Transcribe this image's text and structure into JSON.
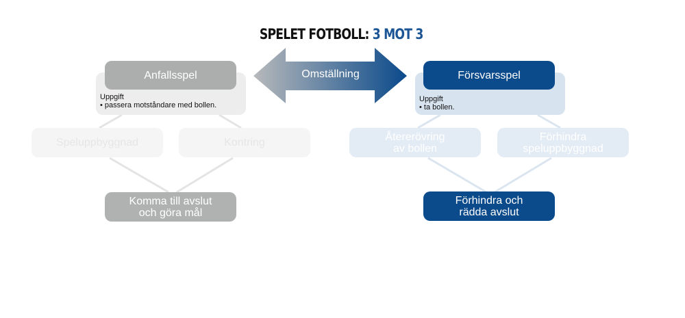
{
  "title": {
    "main": "SPELET FOTBOLL: ",
    "accent": "3 MOT 3"
  },
  "transition": {
    "label": "Omställning"
  },
  "left": {
    "header": "Anfallsspel",
    "task_title": "Uppgift",
    "task_item": "•  passera motståndare med bollen.",
    "sub1": "Speluppbyggnad",
    "sub2": "Kontring",
    "bottom_line1": "Komma till avslut",
    "bottom_line2": "och göra mål"
  },
  "right": {
    "header": "Försvarsspel",
    "task_title": "Uppgift",
    "task_item": "•  ta bollen.",
    "sub1_line1": "Återerövring",
    "sub1_line2": "av bollen",
    "sub2_line1": "Förhindra",
    "sub2_line2": "speluppbyggnad",
    "bottom_line1": "Förhindra och",
    "bottom_line2": "rädda avslut"
  },
  "colors": {
    "gray": "#acadad",
    "blue": "#0b4a8b",
    "arrow_start": "#b7b9bb",
    "arrow_end": "#0b4a8b"
  }
}
